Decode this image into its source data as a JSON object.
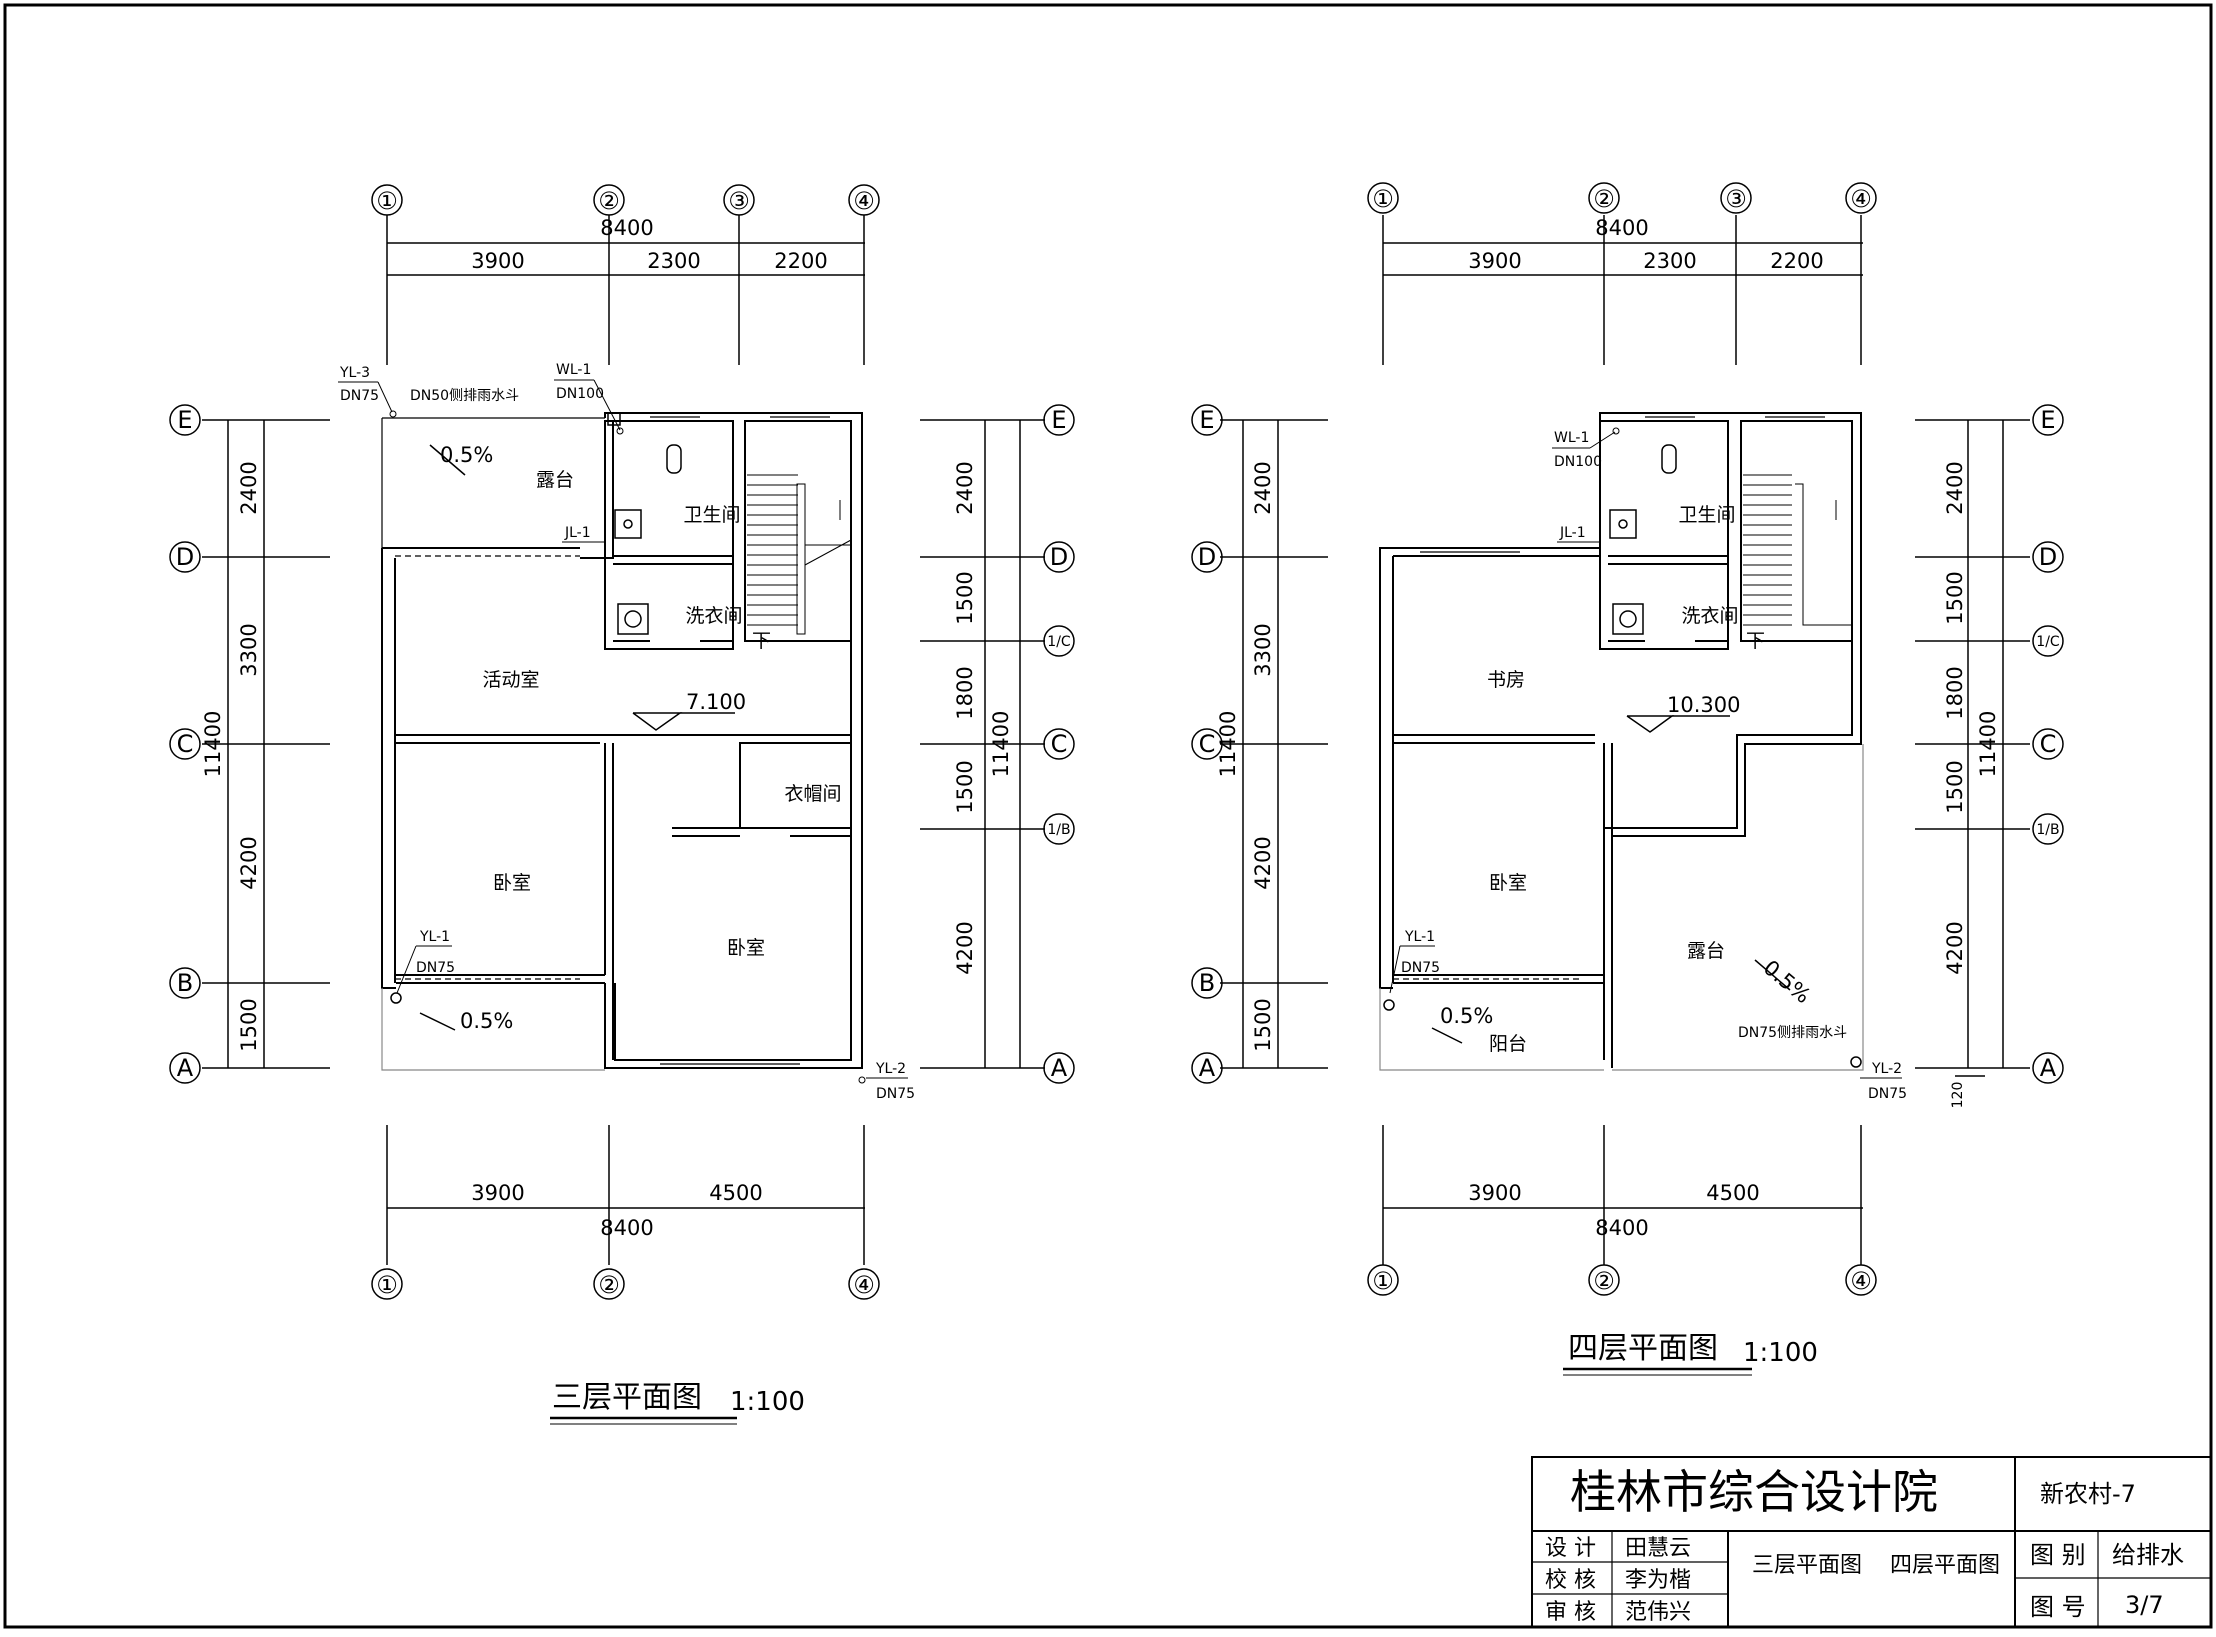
{
  "plans": [
    {
      "title": "三层平面图",
      "scale": "1:100",
      "top_total": "8400",
      "top_dims": [
        "3900",
        "2300",
        "2200"
      ],
      "top_axes": [
        "①",
        "②",
        "③",
        "④"
      ],
      "bottom_dims": [
        "3900",
        "4500"
      ],
      "bottom_total": "8400",
      "bottom_axes": [
        "①",
        "②",
        "④"
      ],
      "left_axes": [
        "E",
        "D",
        "C",
        "B",
        "A"
      ],
      "left_dims": [
        "2400",
        "3300",
        "4200",
        "1500"
      ],
      "left_total": "11400",
      "right_axes": [
        "E",
        "D",
        "1/C",
        "C",
        "1/B",
        "A"
      ],
      "right_dims": [
        "2400",
        "1500",
        "1800",
        "1500",
        "4200"
      ],
      "right_total": "11400",
      "rooms": [
        "露台",
        "卫生间",
        "洗衣间",
        "活动室",
        "衣帽间",
        "卧室",
        "卧室"
      ],
      "elevation": "7.100",
      "slopes": [
        "0.5%",
        "0.5%"
      ],
      "stair_down": "下",
      "tags": {
        "yl3": "YL-3",
        "yl3_dn": "DN75",
        "drain": "DN50侧排雨水斗",
        "wl1": "WL-1",
        "wl1_dn": "DN100",
        "jl1": "JL-1",
        "yl1": "YL-1",
        "yl1_dn": "DN75",
        "yl2": "YL-2",
        "yl2_dn": "DN75"
      }
    },
    {
      "title": "四层平面图",
      "scale": "1:100",
      "top_total": "8400",
      "top_dims": [
        "3900",
        "2300",
        "2200"
      ],
      "top_axes": [
        "①",
        "②",
        "③",
        "④"
      ],
      "bottom_dims": [
        "3900",
        "4500"
      ],
      "bottom_total": "8400",
      "bottom_axes": [
        "①",
        "②",
        "④"
      ],
      "left_axes": [
        "E",
        "D",
        "C",
        "B",
        "A"
      ],
      "left_dims": [
        "2400",
        "3300",
        "4200",
        "1500"
      ],
      "left_total": "11400",
      "right_axes": [
        "E",
        "D",
        "1/C",
        "C",
        "1/B",
        "A"
      ],
      "right_dims": [
        "2400",
        "1500",
        "1800",
        "1500",
        "4200"
      ],
      "right_total": "11400",
      "right_extra": "120",
      "rooms": [
        "卫生间",
        "洗衣间",
        "书房",
        "卧室",
        "露台",
        "阳台"
      ],
      "elevation": "10.300",
      "slopes": [
        "0.5%",
        "0.5%"
      ],
      "stair_down": "下",
      "tags": {
        "wl1": "WL-1",
        "wl1_dn": "DN100",
        "jl1": "JL-1",
        "yl1": "YL-1",
        "yl1_dn": "DN75",
        "yl2": "YL-2",
        "yl2_dn": "DN75",
        "drain": "DN75侧排雨水斗"
      }
    }
  ],
  "title_block": {
    "company": "桂林市综合设计院",
    "project": "新农村-7",
    "rows": [
      {
        "role": "设 计",
        "name": "田慧云"
      },
      {
        "role": "校 核",
        "name": "李为楷"
      },
      {
        "role": "审 核",
        "name": "范伟兴"
      }
    ],
    "drawing_names": "三层平面图    四层平面图",
    "category_label": "图 别",
    "category": "给排水",
    "number_label": "图 号",
    "number": "3/7"
  }
}
